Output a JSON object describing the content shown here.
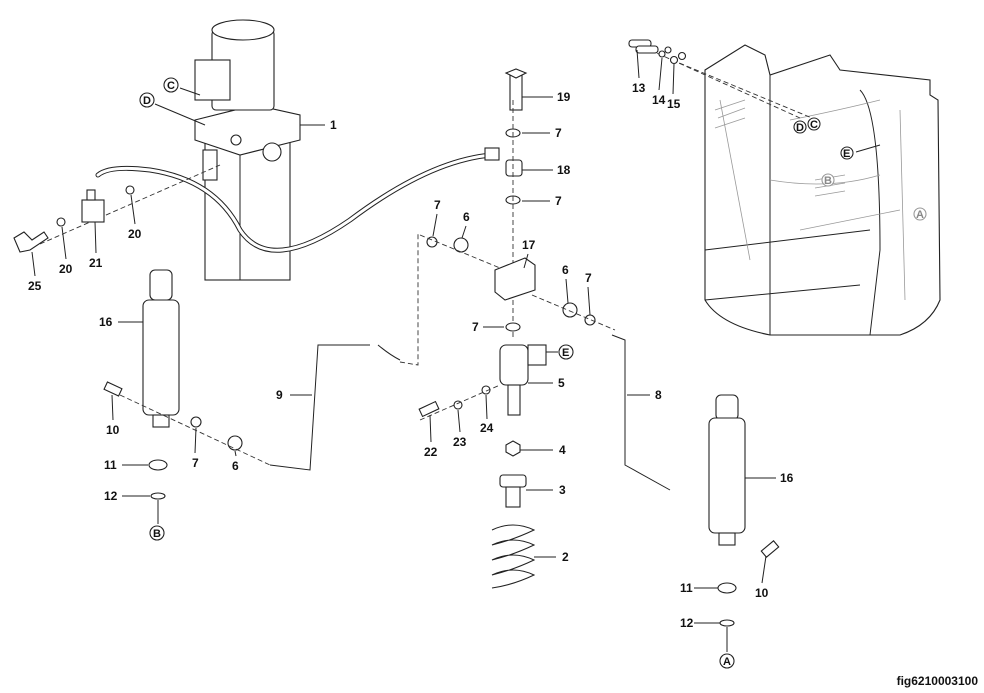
{
  "figure_id": "fig6210003100",
  "callouts": [
    "1",
    "19",
    "7",
    "18",
    "7",
    "7",
    "6",
    "17",
    "6",
    "7",
    "7",
    "5",
    "9",
    "8",
    "24",
    "23",
    "22",
    "4",
    "3",
    "2",
    "16",
    "10",
    "11",
    "12",
    "7",
    "6",
    "25",
    "20",
    "21",
    "20",
    "13",
    "14",
    "15",
    "16",
    "10",
    "11",
    "12"
  ],
  "reference_marks": [
    "D",
    "C",
    "E",
    "B",
    "A",
    "D",
    "C",
    "E",
    "B",
    "A"
  ]
}
